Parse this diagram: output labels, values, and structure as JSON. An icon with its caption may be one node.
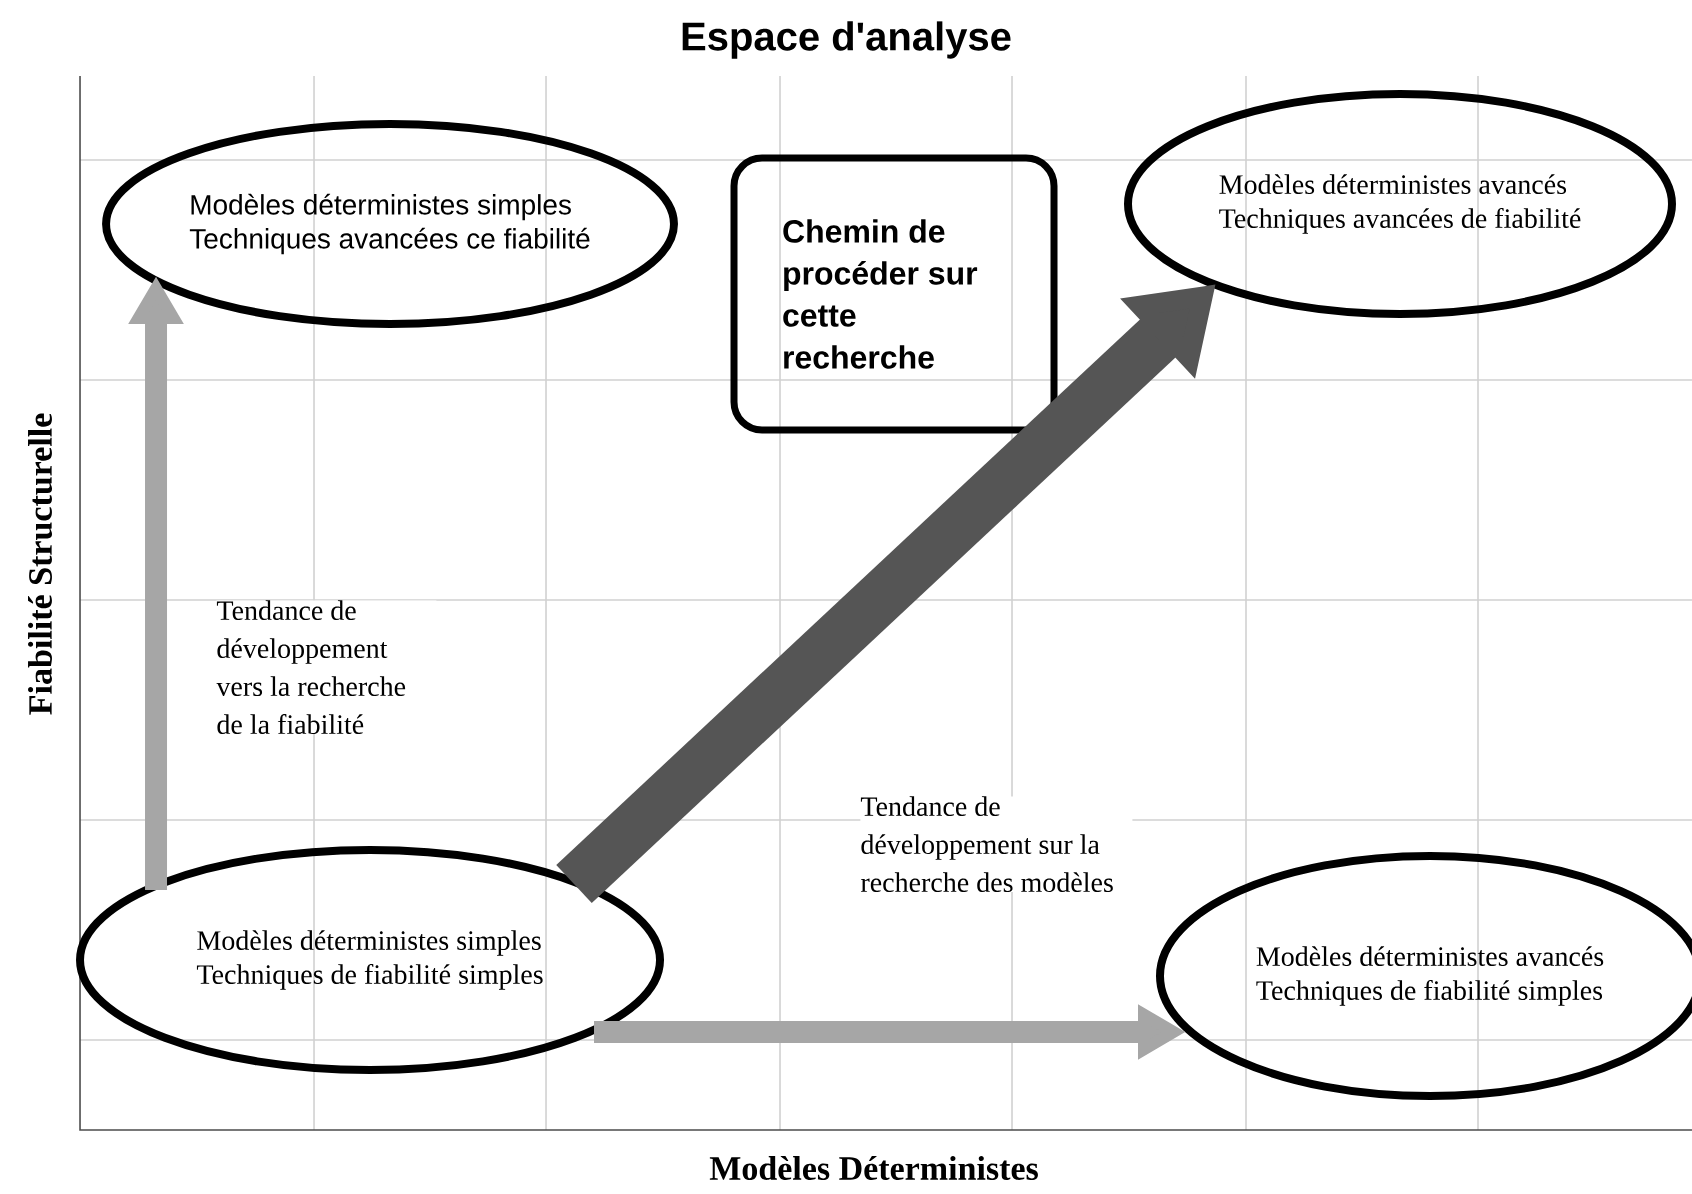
{
  "diagram": {
    "title": "Espace d'analyse",
    "nodes": [
      {
        "text": [
          "Modèles déterministes simples",
          "Techniques avancées ce fiabilité"
        ]
      },
      {
        "text": [
          "Chemin de procéder sur cette recherche"
        ]
      },
      {
        "text": [
          "Modèles déterministes avancés",
          "Techniques avancées de fiabilité"
        ]
      },
      {
        "text": [
          "Modèles déterministes simples",
          "Techniques de fiabilité simples"
        ]
      },
      {
        "text": [
          "Modèles déterministes avancés",
          "Techniques de fiabilité simples"
        ]
      }
    ],
    "edges": [
      {
        "from": 3,
        "to": 0,
        "arrow": "to",
        "label": "Tendance de développement vers la recherche de la fiabilité"
      },
      {
        "from": 3,
        "to": 4,
        "arrow": "to",
        "label": "Tendance de développement sur la recherche des modèles"
      },
      {
        "from": 3,
        "to": 2,
        "arrow": "to",
        "style": "thick",
        "color": "#555555"
      }
    ],
    "labels": [
      "Fiabilité Structurelle",
      "Modèles Déterministes"
    ]
  }
}
